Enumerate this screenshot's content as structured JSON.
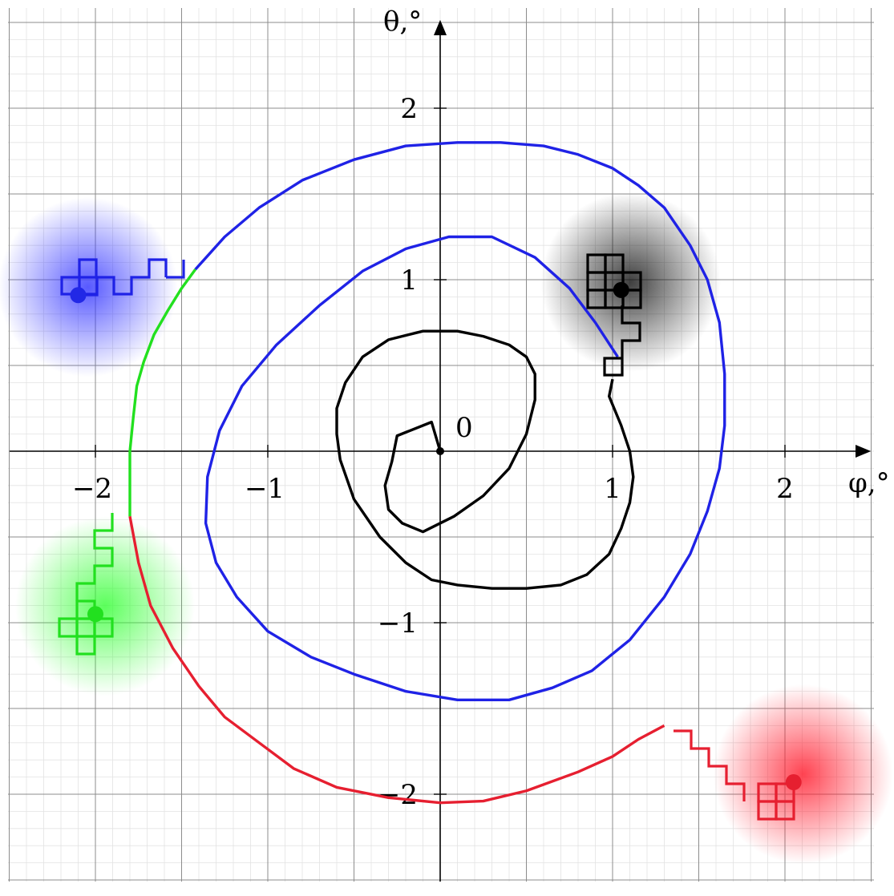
{
  "chart_data": {
    "type": "line",
    "xlabel": "φ,°",
    "ylabel": "θ,°",
    "origin_label": "0",
    "xlim": [
      -2.5,
      2.5
    ],
    "ylim": [
      -2.5,
      2.5
    ],
    "grid": true,
    "minor_grid": true,
    "x_ticks": [
      {
        "value": -2,
        "label": "−2"
      },
      {
        "value": -1,
        "label": "−1"
      },
      {
        "value": 1,
        "label": "1"
      },
      {
        "value": 2,
        "label": "2"
      }
    ],
    "y_ticks": [
      {
        "value": -2,
        "label": "−2"
      },
      {
        "value": -1,
        "label": "−1"
      },
      {
        "value": 1,
        "label": "1"
      },
      {
        "value": 2,
        "label": "2"
      }
    ],
    "spiral": {
      "color": "#000000",
      "x": [
        0.0,
        -0.05,
        -0.25,
        -0.25,
        -0.28,
        -0.32,
        -0.3,
        -0.22,
        -0.1,
        0.08,
        0.25,
        0.4,
        0.5,
        0.55,
        0.55,
        0.5,
        0.4,
        0.25,
        0.1,
        -0.1,
        -0.3,
        -0.45,
        -0.55,
        -0.6,
        -0.6,
        -0.58,
        -0.5,
        -0.35,
        -0.2,
        -0.05,
        0.1,
        0.3,
        0.5,
        0.7,
        0.85,
        0.98,
        1.05,
        1.1,
        1.12,
        1.1,
        1.05,
        0.98,
        1.0
      ],
      "y": [
        0.0,
        0.17,
        0.09,
        0.09,
        -0.06,
        -0.2,
        -0.34,
        -0.42,
        -0.47,
        -0.38,
        -0.26,
        -0.1,
        0.1,
        0.3,
        0.45,
        0.55,
        0.62,
        0.67,
        0.7,
        0.7,
        0.65,
        0.55,
        0.4,
        0.25,
        0.1,
        -0.05,
        -0.28,
        -0.5,
        -0.65,
        -0.75,
        -0.78,
        -0.8,
        -0.8,
        -0.78,
        -0.72,
        -0.6,
        -0.45,
        -0.3,
        -0.15,
        0.0,
        0.15,
        0.32,
        0.42
      ]
    },
    "spiral_colored": [
      {
        "color": "#1f22e6",
        "x": [
          1.03,
          0.9,
          0.75,
          0.55,
          0.3,
          0.05,
          -0.2,
          -0.45,
          -0.7,
          -0.95,
          -1.15,
          -1.28,
          -1.35,
          -1.36,
          -1.3,
          -1.18,
          -1.0,
          -0.75,
          -0.5,
          -0.2,
          0.1,
          0.4,
          0.65,
          0.88,
          1.1,
          1.3,
          1.45,
          1.55,
          1.62,
          1.65,
          1.65,
          1.62,
          1.55,
          1.45,
          1.3,
          1.15,
          1.0,
          0.8,
          0.6,
          0.35,
          0.1,
          -0.2,
          -0.5,
          -0.8,
          -1.05,
          -1.25,
          -1.42
        ],
        "y": [
          0.55,
          0.75,
          0.95,
          1.13,
          1.25,
          1.25,
          1.18,
          1.05,
          0.85,
          0.62,
          0.38,
          0.12,
          -0.15,
          -0.42,
          -0.65,
          -0.85,
          -1.05,
          -1.2,
          -1.3,
          -1.4,
          -1.45,
          -1.45,
          -1.38,
          -1.28,
          -1.1,
          -0.85,
          -0.6,
          -0.35,
          -0.1,
          0.15,
          0.45,
          0.75,
          1.0,
          1.2,
          1.42,
          1.55,
          1.65,
          1.73,
          1.78,
          1.8,
          1.8,
          1.78,
          1.7,
          1.58,
          1.42,
          1.25,
          1.06
        ]
      }
    ],
    "arm_green": {
      "color": "#22e01f",
      "x": [
        -1.42,
        -1.5,
        -1.58,
        -1.66,
        -1.72,
        -1.76,
        -1.78,
        -1.8,
        -1.8,
        -1.8
      ],
      "y": [
        1.06,
        0.95,
        0.82,
        0.68,
        0.52,
        0.38,
        0.2,
        0.0,
        -0.18,
        -0.38
      ]
    },
    "arm_red": {
      "color": "#e61f30",
      "x": [
        -1.8,
        -1.75,
        -1.68,
        -1.55,
        -1.4,
        -1.25,
        -1.05,
        -0.85,
        -0.6,
        -0.3,
        0.0,
        0.25,
        0.5,
        0.8,
        1.0,
        1.15,
        1.3
      ],
      "y": [
        -0.38,
        -0.65,
        -0.9,
        -1.15,
        -1.37,
        -1.55,
        -1.7,
        -1.85,
        -1.96,
        -2.02,
        -2.05,
        -2.04,
        -1.98,
        -1.87,
        -1.78,
        -1.68,
        -1.6
      ]
    },
    "markers": [
      {
        "name": "blue",
        "color": "#2228e6",
        "x": -2.1,
        "y": 0.91
      },
      {
        "name": "green",
        "color": "#22e01f",
        "x": -2.0,
        "y": -0.95
      },
      {
        "name": "black",
        "color": "#000000",
        "x": 1.05,
        "y": 0.94
      },
      {
        "name": "red",
        "color": "#e61f30",
        "x": 2.05,
        "y": -1.93
      }
    ]
  }
}
